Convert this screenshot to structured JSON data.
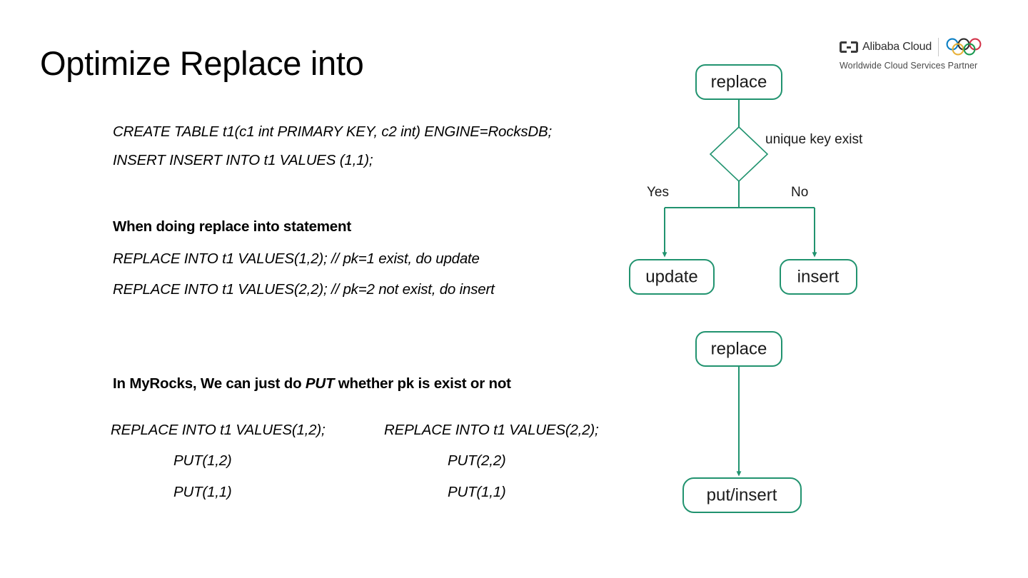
{
  "slide": {
    "title": "Optimize Replace into",
    "background": "#ffffff",
    "accent_green": "#21936f",
    "text_color": "#000000"
  },
  "ddl": {
    "line1": "CREATE TABLE  t1(c1 int PRIMARY KEY, c2 int) ENGINE=RocksDB;",
    "line2": "INSERT INSERT INTO t1 VALUES (1,1);"
  },
  "replace_section": {
    "heading": "When doing replace into statement",
    "line1": "REPLACE INTO t1 VALUES(1,2);  // pk=1 exist, do update",
    "line2": "REPLACE INTO t1 VALUES(2,2);  // pk=2 not exist, do insert"
  },
  "myrocks_section": {
    "heading_pre": "In MyRocks, We can just do ",
    "heading_em": "PUT",
    "heading_post": " whether pk is exist or not",
    "left_statement": "REPLACE INTO  t1 VALUES(1,2);",
    "right_statement": "REPLACE INTO t1 VALUES(2,2);",
    "left_ops": [
      "PUT(1,2)",
      "PUT(1,1)"
    ],
    "right_ops": [
      "PUT(2,2)",
      "PUT(1,1)"
    ]
  },
  "flowchart_top": {
    "start_node": "replace",
    "decision_label": "unique key exist",
    "yes_label": "Yes",
    "no_label": "No",
    "yes_node": "update",
    "no_node": "insert"
  },
  "flowchart_bottom": {
    "start_node": "replace",
    "end_node": "put/insert"
  },
  "logo": {
    "brand": "Alibaba Cloud",
    "tagline": "Worldwide Cloud Services Partner",
    "ring_colors": [
      "#0b7fc4",
      "#2b2b2b",
      "#d3344a",
      "#e8b23a",
      "#1c9a52"
    ]
  }
}
